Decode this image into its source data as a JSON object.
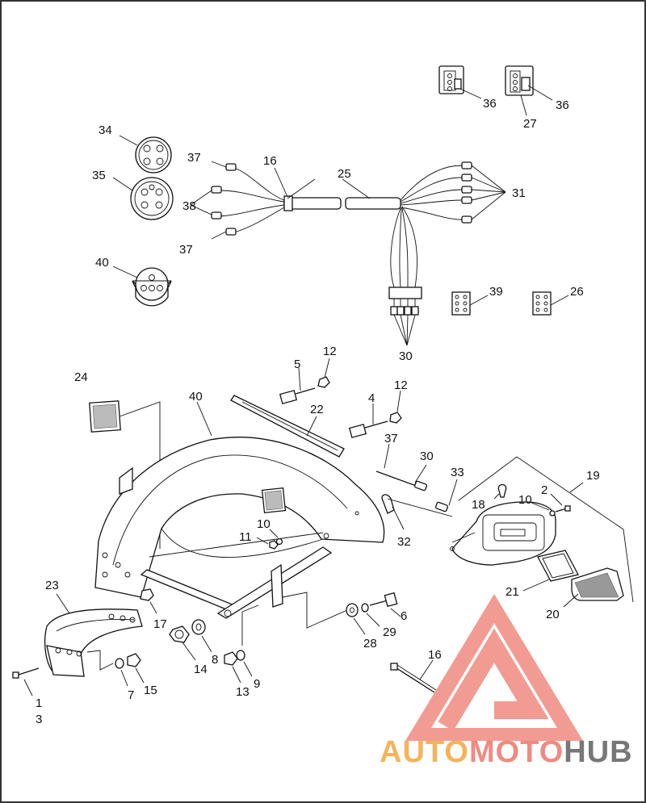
{
  "diagram": {
    "border_color": "#333333",
    "line_color": "#111111",
    "callouts": [
      "1",
      "2",
      "3",
      "4",
      "5",
      "6",
      "7",
      "8",
      "9",
      "10",
      "10",
      "11",
      "12",
      "12",
      "13",
      "14",
      "15",
      "16",
      "16",
      "17",
      "18",
      "19",
      "20",
      "21",
      "22",
      "23",
      "24",
      "25",
      "26",
      "27",
      "28",
      "29",
      "30",
      "30",
      "31",
      "32",
      "33",
      "34",
      "35",
      "36",
      "36",
      "37",
      "37",
      "37",
      "38",
      "39",
      "40",
      "40"
    ]
  },
  "watermark": {
    "parts": [
      "AUTO",
      "MOTO",
      "HUB"
    ],
    "colors": {
      "auto": "#f5b35a",
      "moto": "#f08a80",
      "hub": "#777777",
      "logo": "#f08a80"
    }
  }
}
